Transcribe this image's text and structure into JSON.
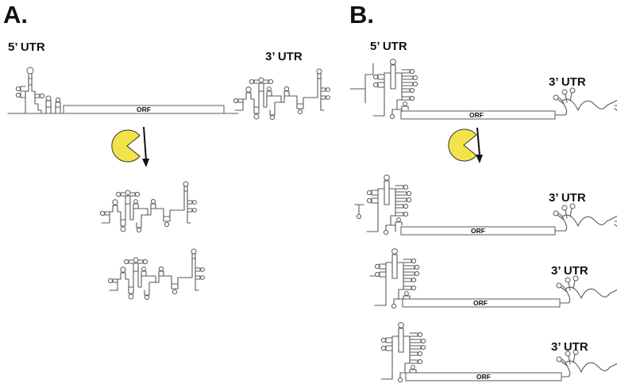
{
  "panels": [
    {
      "letter": "A.",
      "utr5_label": "5’ UTR",
      "utr3_label": "3’ UTR",
      "orf_label": "ORF",
      "enzyme_color": "#f2e34a",
      "fragments": 2
    },
    {
      "letter": "B.",
      "transcripts": [
        {
          "utr5_label": "5’ UTR",
          "utr3_label": "3’ UTR",
          "orf_label": "ORF"
        },
        {
          "utr3_label": "3’ UTR",
          "orf_label": "ORF"
        },
        {
          "utr3_label": "3’ UTR",
          "orf_label": "ORF"
        },
        {
          "utr3_label": "3’ UTR",
          "orf_label": "ORF"
        }
      ],
      "enzyme_color": "#f2e34a"
    }
  ],
  "colors": {
    "line": "#5a5a5a",
    "enzyme_fill": "#f2e34a",
    "text": "#111111"
  }
}
